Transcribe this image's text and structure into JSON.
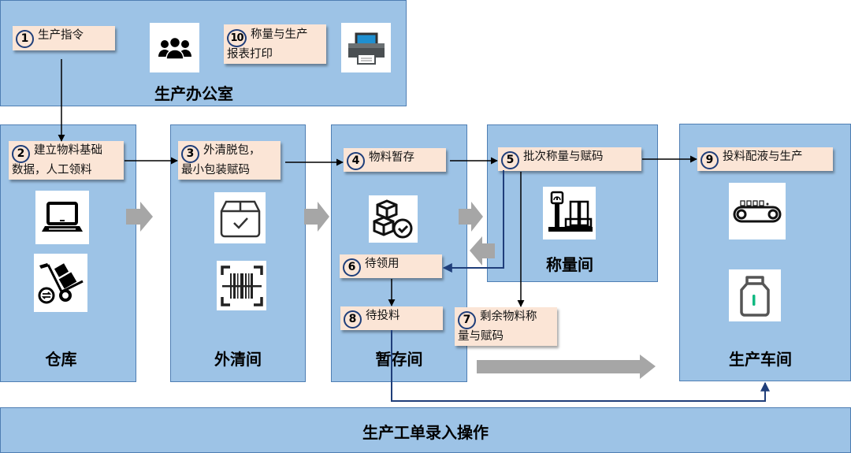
{
  "zones": {
    "office": {
      "title": "生产办公室"
    },
    "warehouse": {
      "title": "仓库"
    },
    "cleaning": {
      "title": "外清间"
    },
    "staging": {
      "title": "暂存间"
    },
    "weighing": {
      "title": "称量间"
    },
    "workshop": {
      "title": "生产车间"
    },
    "work_order": {
      "title": "生产工单录入操作"
    }
  },
  "steps": [
    {
      "num": "1",
      "line1": "生产指令",
      "line2": ""
    },
    {
      "num": "2",
      "line1": "建立物料基础",
      "line2": "数据，人工领料"
    },
    {
      "num": "3",
      "line1": "外清脱包，",
      "line2": "最小包装赋码"
    },
    {
      "num": "4",
      "line1": "物料暂存",
      "line2": ""
    },
    {
      "num": "5",
      "line1": "批次称量与赋码",
      "line2": ""
    },
    {
      "num": "6",
      "line1": "待领用",
      "line2": ""
    },
    {
      "num": "7",
      "line1": "剩余物料称",
      "line2": "量与赋码"
    },
    {
      "num": "8",
      "line1": "待投料",
      "line2": ""
    },
    {
      "num": "9",
      "line1": "投料配液与生产",
      "line2": ""
    },
    {
      "num": "10",
      "line1": "称量与生产",
      "line2": "报表打印"
    }
  ],
  "icons": {
    "office": [
      "people-group-icon",
      "printer-icon"
    ],
    "warehouse": [
      "laptop-icon",
      "hand-truck-icon"
    ],
    "cleaning": [
      "box-check-icon",
      "barcode-scan-icon"
    ],
    "staging": [
      "boxes-check-icon"
    ],
    "weighing": [
      "scale-icon"
    ],
    "workshop": [
      "conveyor-icon",
      "bottle-icon"
    ]
  },
  "colors": {
    "zone_fill": "#9dc3e6",
    "zone_border": "#4f7eb3",
    "step_fill": "#fbe5d6",
    "flow_arrow": "#000000",
    "return_arrow": "#1f3e7a",
    "big_arrow": "#a6a6a6"
  }
}
